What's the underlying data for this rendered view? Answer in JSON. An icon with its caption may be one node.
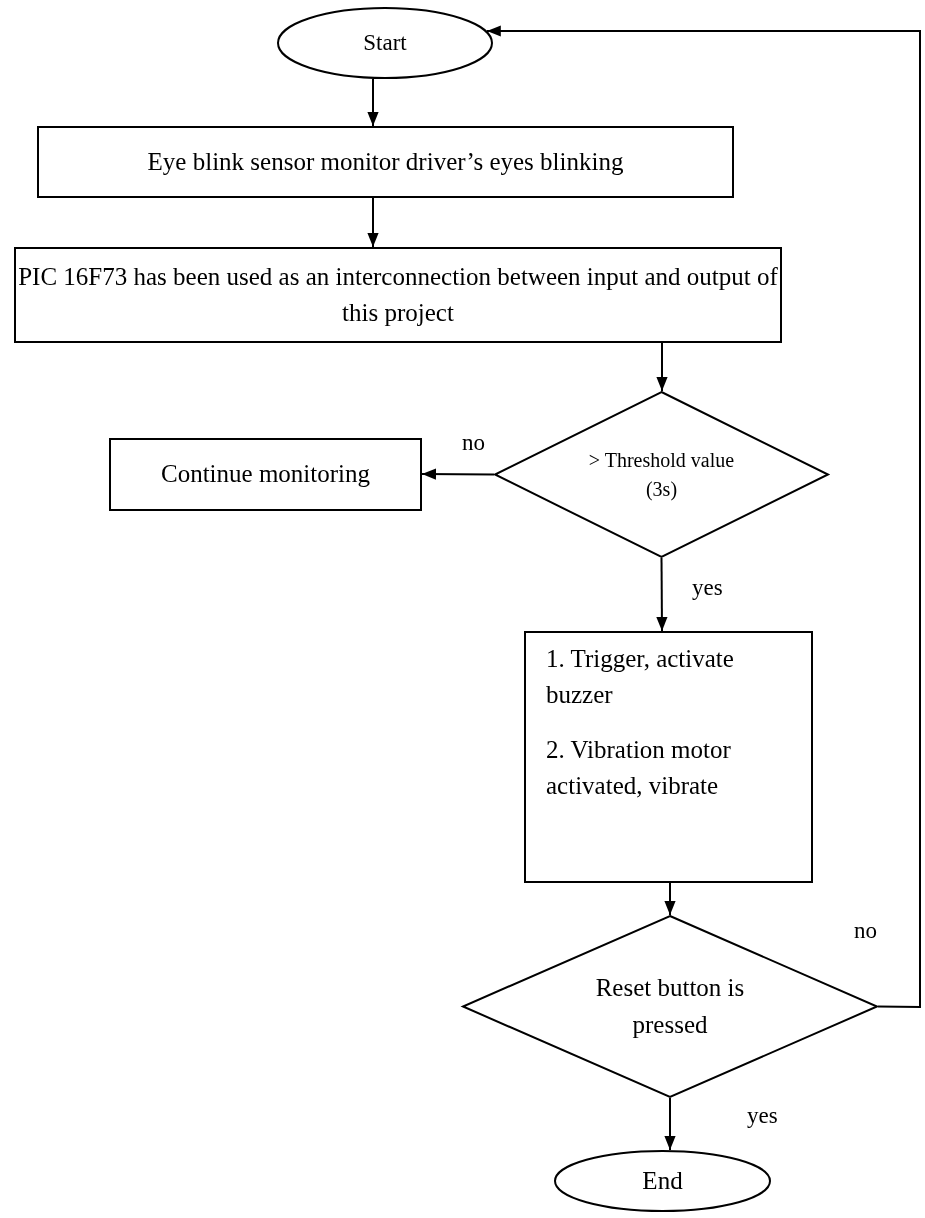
{
  "diagram": {
    "nodes": [
      {
        "text": [
          "Start"
        ]
      },
      {
        "text": [
          "Eye blink sensor monitor driver’s eyes blinking"
        ]
      },
      {
        "text": [
          "PIC 16F73 has been used as an interconnection between input and output of this project"
        ]
      },
      {
        "text": [
          "> Threshold value (3s)"
        ]
      },
      {
        "text": [
          "Continue monitoring"
        ]
      },
      {
        "text": [
          "1. Trigger, activate buzzer",
          "2.  Vibration motor activated, vibrate"
        ]
      },
      {
        "text": [
          "Reset button is pressed"
        ]
      },
      {
        "text": [
          "End"
        ]
      }
    ],
    "edges": [
      {
        "from": 0,
        "to": 1,
        "arrow": "to"
      },
      {
        "from": 1,
        "to": 2,
        "arrow": "to"
      },
      {
        "from": 2,
        "to": 3,
        "arrow": "to"
      },
      {
        "from": 3,
        "to": 4,
        "label": "no",
        "arrow": "to"
      },
      {
        "from": 3,
        "to": 5,
        "label": "yes",
        "arrow": "to"
      },
      {
        "from": 5,
        "to": 6,
        "arrow": "to"
      },
      {
        "from": 6,
        "to": 7,
        "label": "yes",
        "arrow": "to"
      },
      {
        "from": 6,
        "to": 0,
        "label": "no",
        "arrow": "to"
      }
    ]
  }
}
